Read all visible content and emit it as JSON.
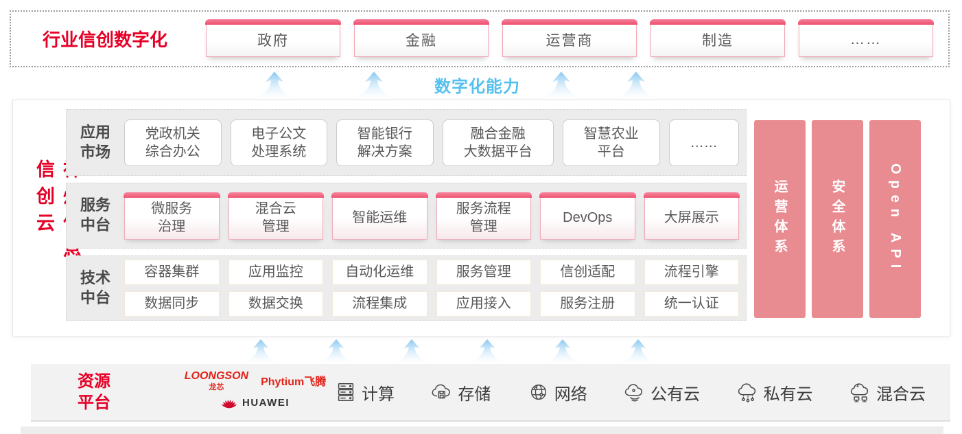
{
  "colors": {
    "brand_red": "#e60027",
    "pillar_salmon": "#e98c91",
    "capability_blue": "#56c0ee",
    "pink_border": "#f0abb9",
    "row_gray": "#ececec"
  },
  "top_banner": {
    "title": "行业信创数字化",
    "industries": [
      "政府",
      "金融",
      "运营商",
      "制造",
      "……"
    ]
  },
  "capability_label": "数字化能力",
  "platform": {
    "title": "神州信息信创云",
    "app_market": {
      "label": "应用\n市场",
      "items": [
        "党政机关\n综合办公",
        "电子公文\n处理系统",
        "智能银行\n解决方案",
        "融合金融\n大数据平台",
        "智慧农业\n平台",
        "……"
      ]
    },
    "service": {
      "label": "服务\n中台",
      "items": [
        "微服务\n治理",
        "混合云\n管理",
        "智能运维",
        "服务流程\n管理",
        "DevOps",
        "大屏展示"
      ]
    },
    "tech": {
      "label": "技术\n中台",
      "row1": [
        "容器集群",
        "应用监控",
        "自动化运维",
        "服务管理",
        "信创适配",
        "流程引擎"
      ],
      "row2": [
        "数据同步",
        "数据交换",
        "流程集成",
        "应用接入",
        "服务注册",
        "统一认证"
      ]
    },
    "pillars": [
      "运营体系",
      "安全体系",
      "Open API"
    ]
  },
  "resource": {
    "title": "资源\n平台",
    "vendors": {
      "loongson": {
        "name": "LOONGSON",
        "cjk": "龙芯"
      },
      "phytium": {
        "name": "Phytium",
        "cjk": "飞腾"
      },
      "huawei": {
        "name": "HUAWEI"
      }
    },
    "items": [
      {
        "icon": "compute-server-icon",
        "label": "计算"
      },
      {
        "icon": "storage-cloud-icon",
        "label": "存储"
      },
      {
        "icon": "network-globe-icon",
        "label": "网络"
      },
      {
        "icon": "public-cloud-icon",
        "label": "公有云"
      },
      {
        "icon": "private-cloud-icon",
        "label": "私有云"
      },
      {
        "icon": "hybrid-cloud-icon",
        "label": "混合云"
      }
    ]
  }
}
